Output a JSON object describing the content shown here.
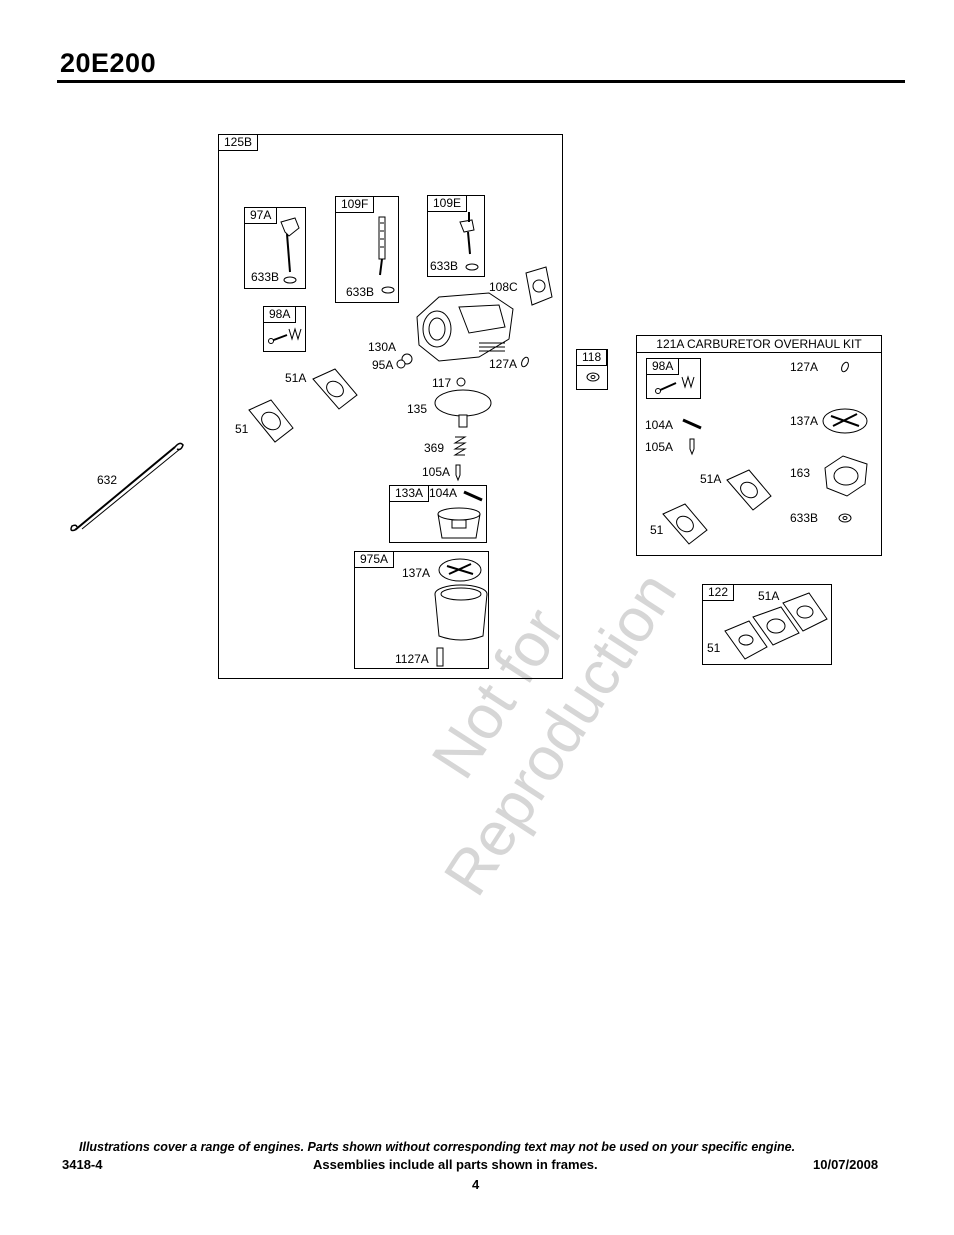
{
  "header": {
    "model": "20E200"
  },
  "main_frame": {
    "tag": "125B",
    "subframes": {
      "f97a": "97A",
      "f109f": "109F",
      "f109e": "109E",
      "f98a": "98A",
      "f133a": "133A",
      "f975a": "975A"
    },
    "labels": {
      "l633b_1": "633B",
      "l633b_2": "633B",
      "l633b_3": "633B",
      "l108c": "108C",
      "l130a": "130A",
      "l95a": "95A",
      "l127a": "127A",
      "l51a": "51A",
      "l51": "51",
      "l117": "117",
      "l135": "135",
      "l369": "369",
      "l105a": "105A",
      "l104a": "104A",
      "l137a": "137A",
      "l1127a": "1127A"
    }
  },
  "outside": {
    "l632": "632"
  },
  "frame_118": {
    "tag": "118"
  },
  "kit": {
    "title": "121A CARBURETOR OVERHAUL KIT",
    "tag98a": "98A",
    "labels": {
      "l127a": "127A",
      "l137a": "137A",
      "l104a": "104A",
      "l105a": "105A",
      "l51a": "51A",
      "l163": "163",
      "l51": "51",
      "l633b": "633B"
    }
  },
  "frame_122": {
    "tag": "122",
    "labels": {
      "l51a": "51A",
      "l51": "51"
    }
  },
  "watermark": {
    "line1": "Not for",
    "line2": "Reproduction"
  },
  "footer": {
    "note": "Illustrations cover a range of engines. Parts shown without corresponding text may not be used on your specific engine.",
    "doc_number": "3418-4",
    "frames_note": "Assemblies include all parts shown in frames.",
    "date": "10/07/2008",
    "page": "4"
  }
}
